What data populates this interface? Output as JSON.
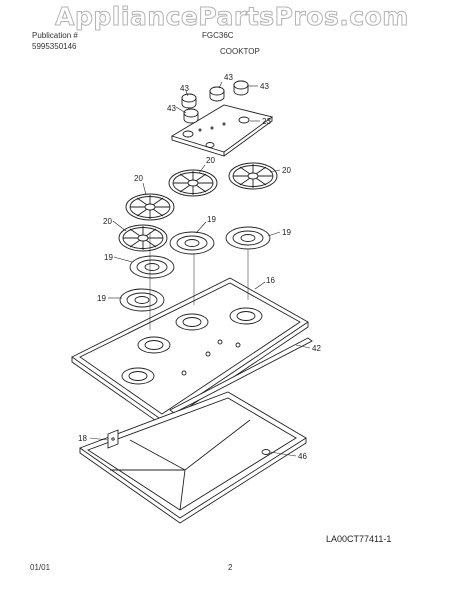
{
  "watermark": "AppliancePartsPros.com",
  "header": {
    "brand": "Publication #",
    "publication_number": "5995350146",
    "model": "FGC36C",
    "section_title": "COOKTOP"
  },
  "callouts": {
    "knob_a": "43",
    "knob_b": "43",
    "knob_c": "43",
    "knob_d": "43",
    "control_panel": "23",
    "grate_a": "20",
    "grate_b": "20",
    "grate_c": "20",
    "grate_d": "20",
    "burner_bowl_a": "19",
    "burner_bowl_b": "19",
    "burner_bowl_c": "19",
    "burner_bowl_d": "19",
    "cooktop_top": "16",
    "seal": "42",
    "bracket": "18",
    "burner_box": "46"
  },
  "document_id": "LA00CT77411-1",
  "footer": {
    "date": "01/01",
    "page": "2"
  },
  "line_color": "#222222"
}
